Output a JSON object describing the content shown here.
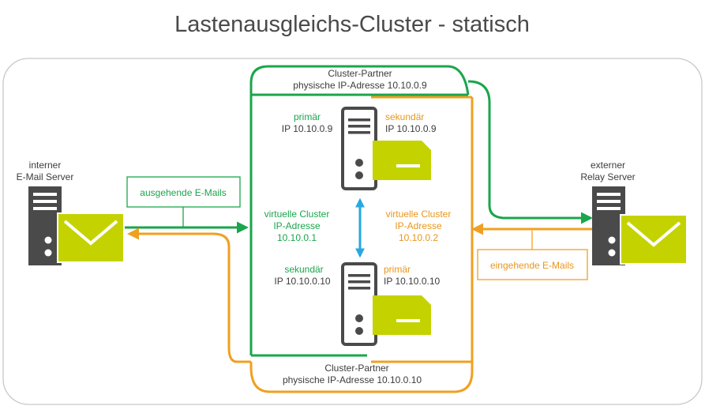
{
  "title": "Lastenausgleichs-Cluster  - statisch",
  "colors": {
    "green": "#1aa64b",
    "orange": "#f0a020",
    "blue": "#29a8e0",
    "lime": "#c4d300",
    "server_gray": "#4a4a4a",
    "text_dark": "#3c3c3c",
    "text_orange": "#e8961c"
  },
  "internal_server": {
    "line1": "interner",
    "line2": "E-Mail Server",
    "icon": "server-icon"
  },
  "external_server": {
    "line1": "externer",
    "line2": "Relay Server",
    "icon": "server-icon"
  },
  "outgoing_label": "ausgehende  E-Mails",
  "incoming_label": "eingehende  E-Mails",
  "partner_top": {
    "line1": "Cluster-Partner",
    "line2": "physische IP-Adresse  10.10.0.9"
  },
  "partner_bottom": {
    "line1": "Cluster-Partner",
    "line2": "physische IP-Adresse  10.10.0.10"
  },
  "node_top": {
    "left_role": "primär",
    "left_ip": "IP 10.10.0.9",
    "right_role": "sekundär",
    "right_ip": "IP 10.10.0.9"
  },
  "node_bottom": {
    "left_role": "sekundär",
    "left_ip": "IP 10.10.0.10",
    "right_role": "primär",
    "right_ip": "IP 10.10.0.10"
  },
  "virtual_left": {
    "line1": "virtuelle  Cluster",
    "line2": "IP-Adresse",
    "line3": "10.10.0.1"
  },
  "virtual_right": {
    "line1": "virtuelle  Cluster",
    "line2": "IP-Adresse",
    "line3": "10.10.0.2"
  }
}
